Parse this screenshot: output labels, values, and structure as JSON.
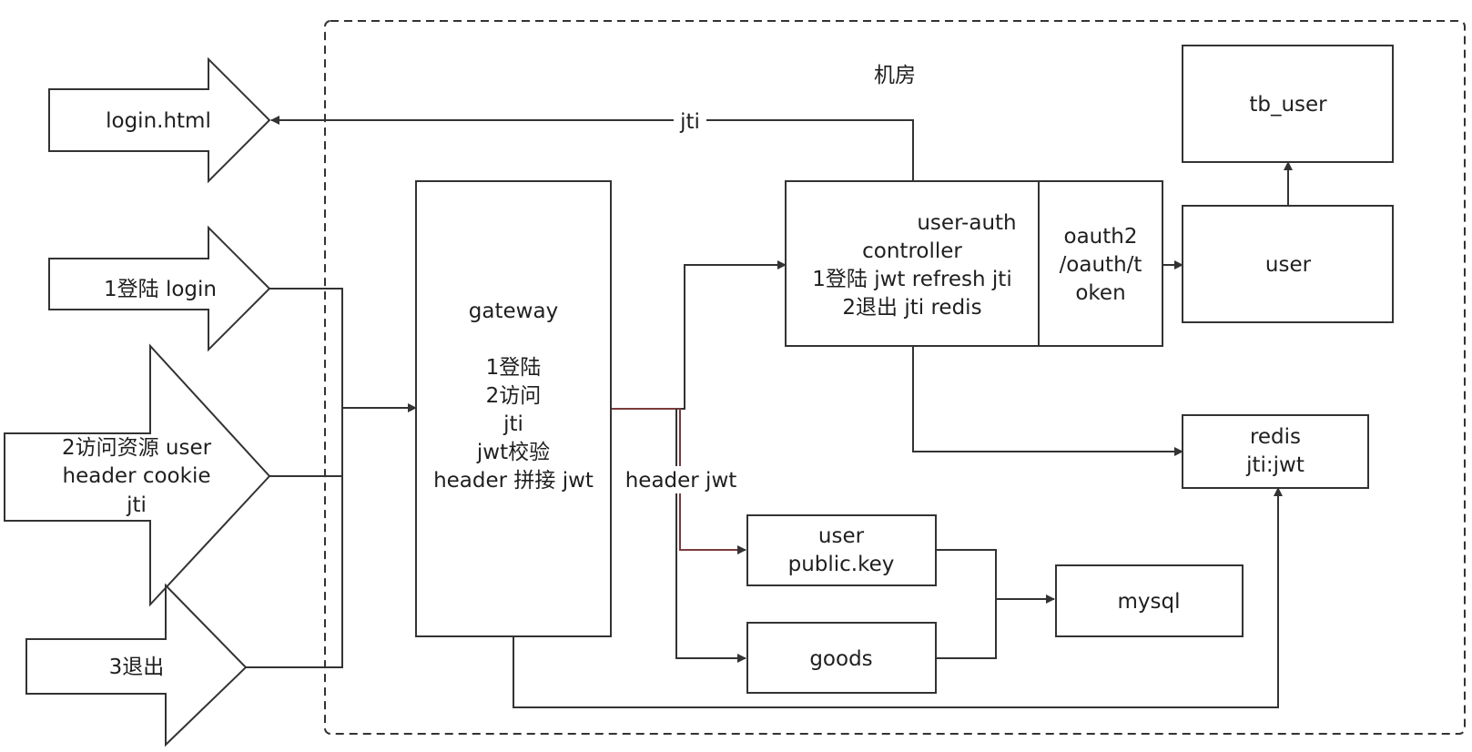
{
  "region": {
    "label": "机房"
  },
  "clients": {
    "login_html": "login.html",
    "login": "1登陆 login",
    "access": [
      "2访问资源 user",
      "header cookie",
      "jti"
    ],
    "logout": "3退出"
  },
  "gateway": {
    "lines": [
      "gateway",
      "",
      "1登陆",
      "2访问",
      "jti",
      "jwt校验",
      "header 拼接 jwt"
    ]
  },
  "user_auth": {
    "lines": [
      "user-auth",
      "controller",
      "1登陆 jwt refresh jti",
      "2退出 jti redis"
    ]
  },
  "oauth2": {
    "lines": [
      "oauth2",
      "/oauth/t",
      "oken"
    ]
  },
  "user_service": {
    "label": "user"
  },
  "tb_user": {
    "label": "tb_user"
  },
  "redis": {
    "lines": [
      "redis",
      "jti:jwt"
    ]
  },
  "user_pubkey": {
    "lines": [
      "user",
      "public.key"
    ]
  },
  "goods": {
    "label": "goods"
  },
  "mysql": {
    "label": "mysql"
  },
  "edges": {
    "jti_label": "jti",
    "header_jwt_label": "header jwt"
  },
  "colors": {
    "stroke": "#333333",
    "text": "#1f1f1f",
    "accent_line": "#7a3b3b"
  }
}
